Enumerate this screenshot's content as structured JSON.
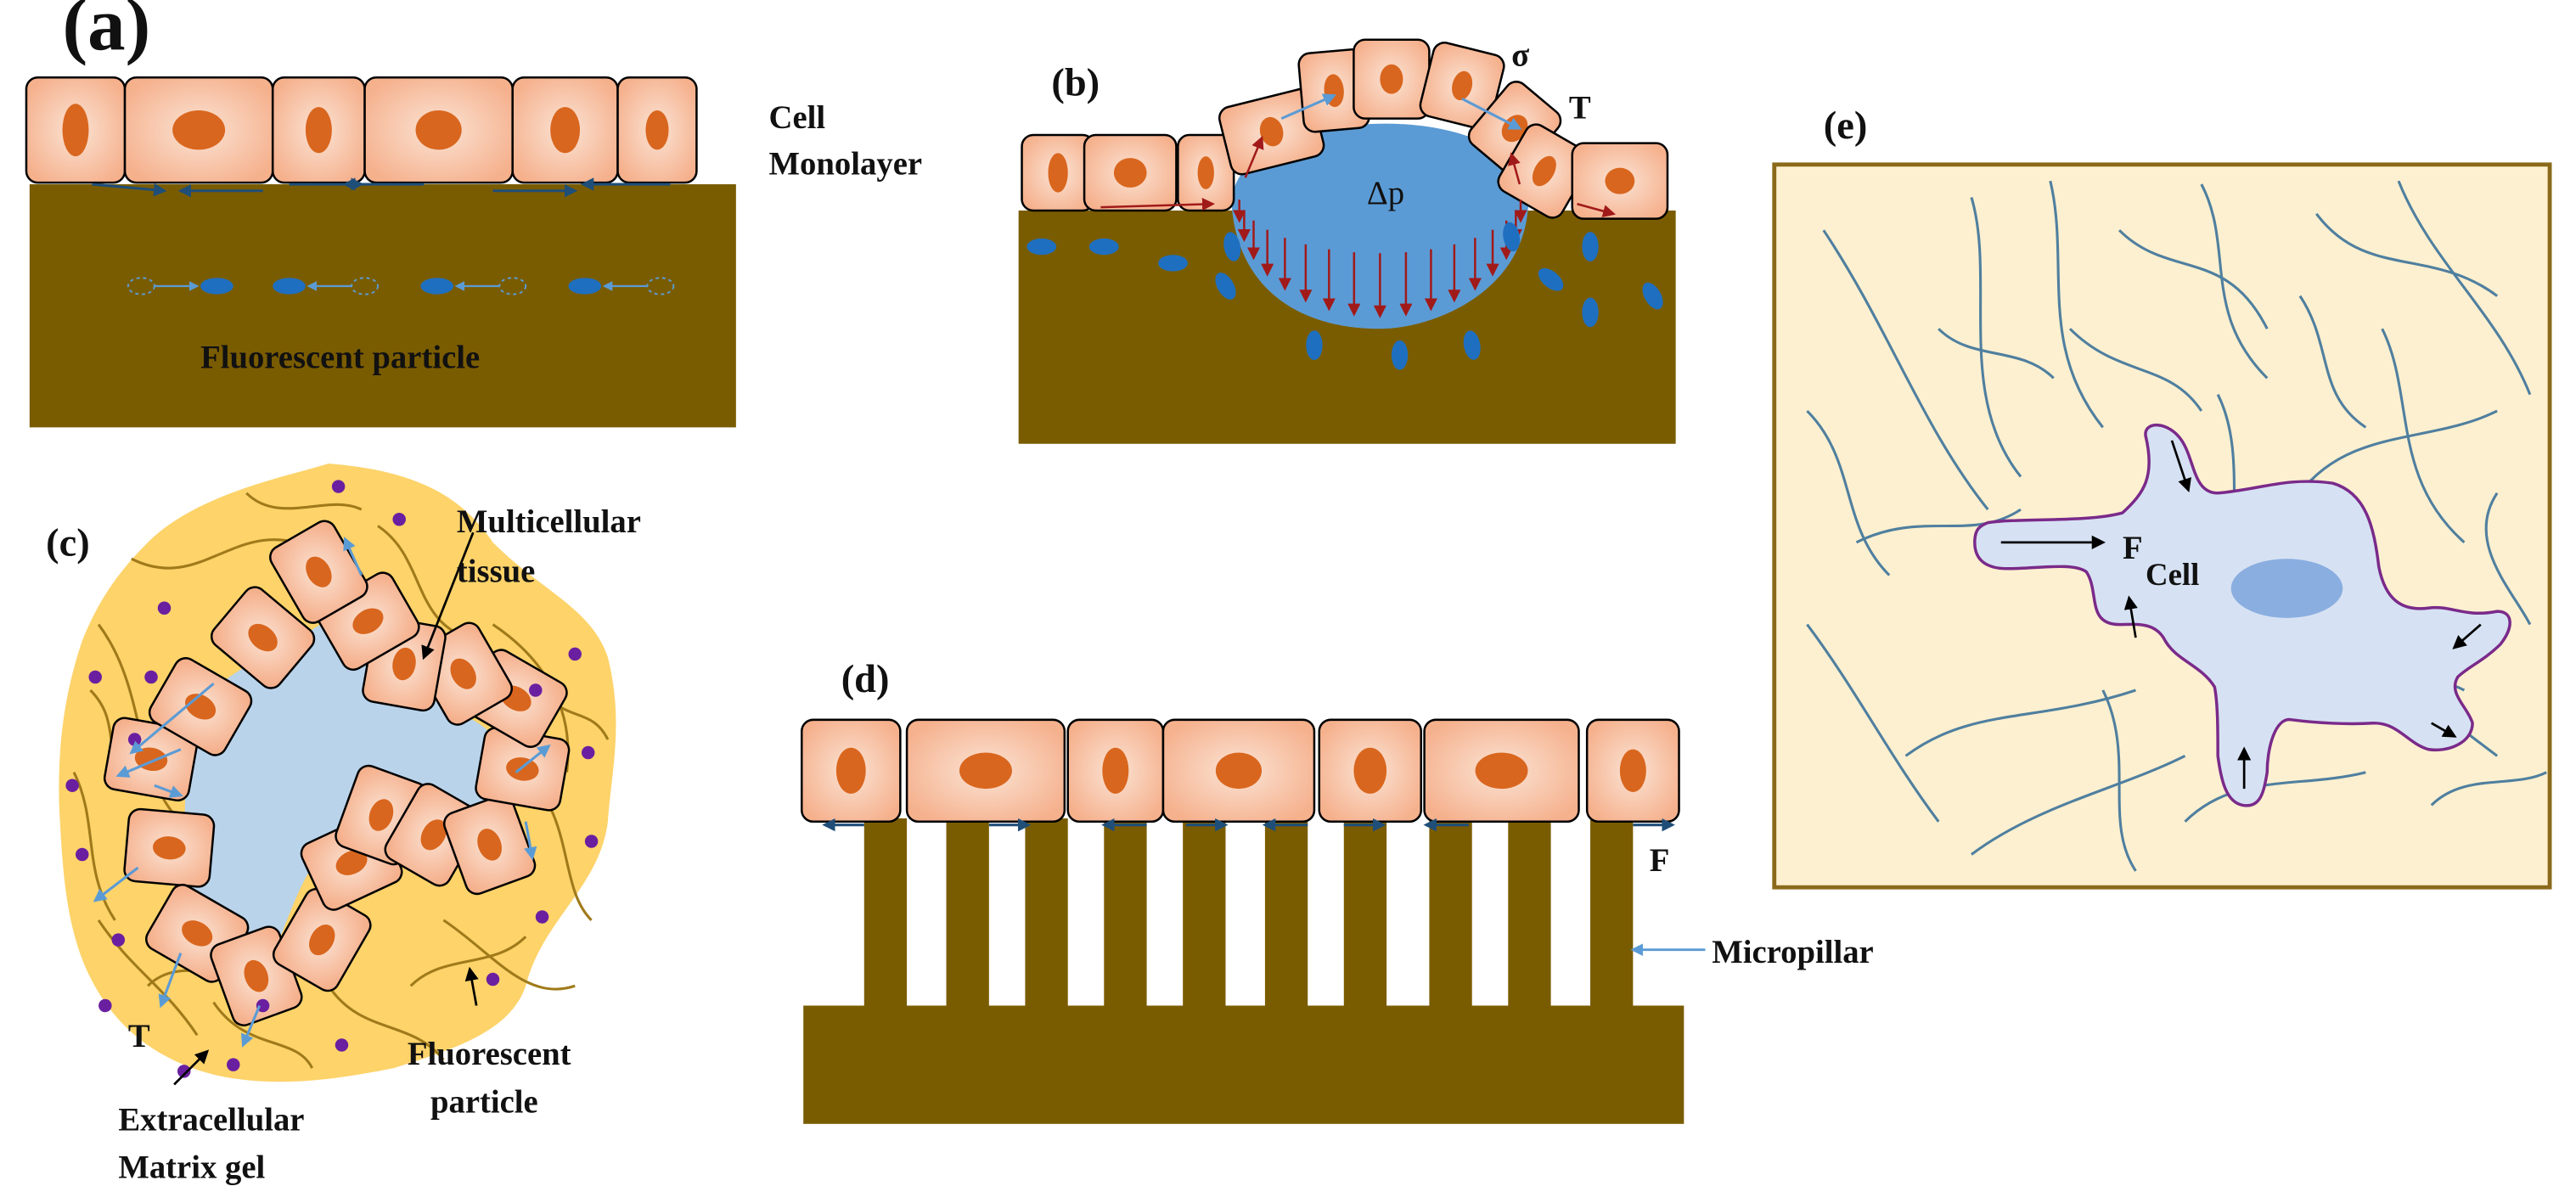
{
  "colors": {
    "cell_fill": "#f5b08c",
    "cell_center": "#fbe3d4",
    "nucleus": "#d9661e",
    "substrate": "#7a5c00",
    "blue_arrow": "#5b9bd5",
    "particle": "#1f6fc0",
    "red_arrow": "#a11a1a",
    "dome_fluid": "#5b9bd5",
    "lumen": "#b9d3ea",
    "ecm_gel": "#fdd36a",
    "ecm_fibers": "#a07a1a",
    "purple_particle": "#6a1fa0",
    "panel_e_bg": "#fdf0d0",
    "panel_e_border": "#8a6a1a",
    "fibers_e": "#4f7f9f",
    "cell_e_fill": "#d6e2f3",
    "cell_e_border": "#7a2a8a",
    "cell_e_nucleus": "#8aaee0"
  },
  "panel_a": {
    "label": "(a)",
    "monolayer_label_line1": "Cell",
    "monolayer_label_line2": "Monolayer",
    "particle_label": "Fluorescent particle"
  },
  "panel_b": {
    "label": "(b)",
    "sigma": "σ",
    "tension": "T",
    "pressure": "Δp"
  },
  "panel_c": {
    "label": "(c)",
    "tissue_line1": "Multicellular",
    "tissue_line2": "tissue",
    "tension": "T",
    "particle_line1": "Fluorescent",
    "particle_line2": "particle",
    "ecm_line1": "Extracellular",
    "ecm_line2": "Matrix gel"
  },
  "panel_d": {
    "label": "(d)",
    "force": "F",
    "pillar_label": "Micropillar"
  },
  "panel_e": {
    "label": "(e)",
    "force": "F",
    "cell_label": "Cell"
  }
}
